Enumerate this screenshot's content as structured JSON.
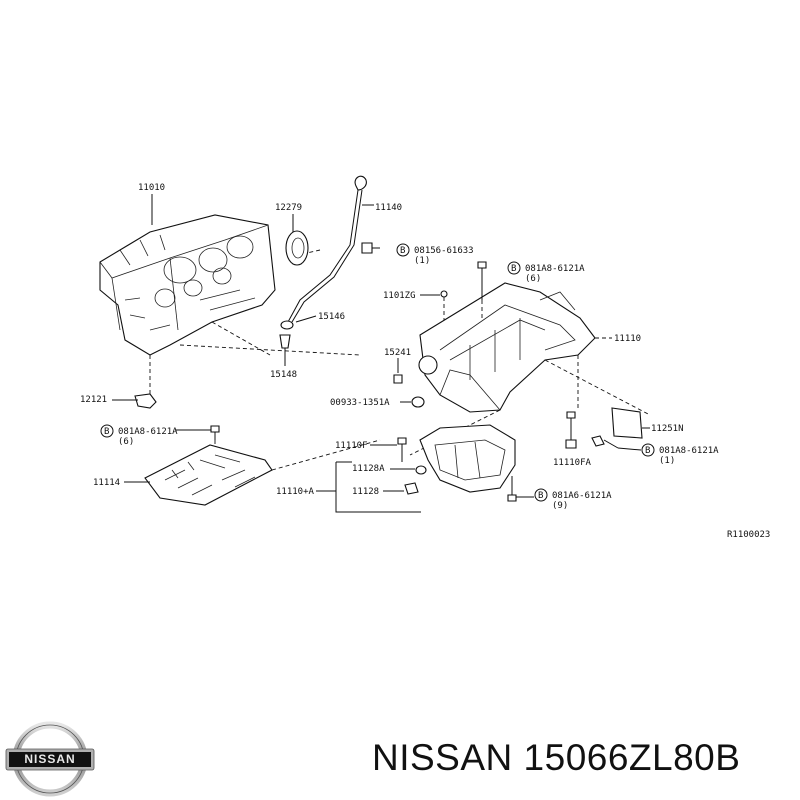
{
  "parts": {
    "p11010": "11010",
    "p12279": "12279",
    "p11140": "11140",
    "p08156": "08156-61633",
    "p08156_q": "(1)",
    "p081A8_6": "081A8-6121A",
    "p081A8_6_q": "(6)",
    "p1101zg": "1101ZG",
    "p15146": "15146",
    "p11110": "11110",
    "p15241": "15241",
    "p15148": "15148",
    "p12121": "12121",
    "p00933": "00933-1351A",
    "p081A8_L": "081A8-6121A",
    "p081A8_L_q": "(6)",
    "p11251n": "11251N",
    "p11110f": "11110F",
    "p11128a": "11128A",
    "p11114": "11114",
    "p11110a": "11110+A",
    "p11128": "11128",
    "p11110fa": "11110FA",
    "p081A8_R": "081A8-6121A",
    "p081A8_R_q": "(1)",
    "p081A6": "081A6-6121A",
    "p081A6_q": "(9)",
    "circle_b": "B"
  },
  "diagram_code": "R1100023",
  "brand": {
    "logo_text": "NISSAN",
    "caption": "NISSAN 15066ZL80B"
  }
}
